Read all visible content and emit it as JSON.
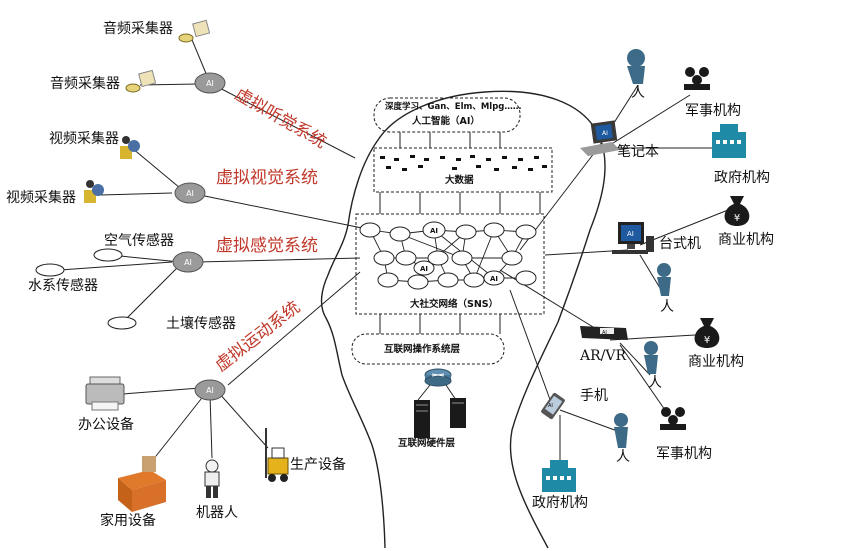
{
  "center": {
    "ai_techniques": "深度学习、Gan、Elm、Mlpg……",
    "ai_layer": "人工智能（AI）",
    "big_data": "大数据",
    "sns": "大社交网络（SNS）",
    "os_layer": "互联网操作系统层",
    "hardware_layer": "互联网硬件层",
    "node_ai": "AI"
  },
  "systems": {
    "auditory": "虚拟听觉系统",
    "visual": "虚拟视觉系统",
    "sensory": "虚拟感觉系统",
    "motor": "虚拟运动系统"
  },
  "hub_label": "AI",
  "left_devices": {
    "audio1": "音频采集器",
    "audio2": "音频采集器",
    "video1": "视频采集器",
    "video2": "视频采集器",
    "air": "空气传感器",
    "water": "水系传感器",
    "soil": "土壤传感器",
    "office": "办公设备",
    "home": "家用设备",
    "robot": "机器人",
    "production": "生产设备"
  },
  "right_devices": {
    "laptop": "笔记本",
    "desktop": "台式机",
    "arvr": "AR/VR",
    "phone": "手机"
  },
  "entities": {
    "person": "人",
    "military": "军事机构",
    "government": "政府机构",
    "business": "商业机构"
  },
  "device_screen_ai": "AI",
  "colors": {
    "system_label": "#c0392b",
    "hub": "#9a9a9a",
    "person": "#3d6a86",
    "government": "#1f8aa6",
    "dark_icon": "#1a1a1a"
  }
}
